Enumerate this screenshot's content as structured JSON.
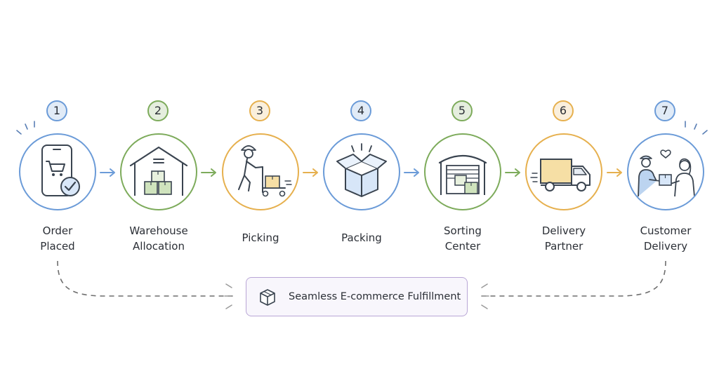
{
  "diagram": {
    "steps": [
      {
        "number": "1",
        "label_lines": [
          "Order",
          "Placed"
        ],
        "color": "#6b9bd8",
        "icon": "smartphone-cart-icon"
      },
      {
        "number": "2",
        "label_lines": [
          "Warehouse",
          "Allocation"
        ],
        "color": "#7dab5b",
        "icon": "warehouse-icon"
      },
      {
        "number": "3",
        "label_lines": [
          "Picking"
        ],
        "color": "#e6b04e",
        "icon": "worker-cart-icon"
      },
      {
        "number": "4",
        "label_lines": [
          "Packing"
        ],
        "color": "#6b9bd8",
        "icon": "open-box-icon"
      },
      {
        "number": "5",
        "label_lines": [
          "Sorting",
          "Center"
        ],
        "color": "#7dab5b",
        "icon": "sorting-center-icon"
      },
      {
        "number": "6",
        "label_lines": [
          "Delivery",
          "Partner"
        ],
        "color": "#e6b04e",
        "icon": "delivery-truck-icon"
      },
      {
        "number": "7",
        "label_lines": [
          "Customer",
          "Delivery"
        ],
        "color": "#6b9bd8",
        "icon": "handover-icon"
      }
    ],
    "arrow_colors": [
      "#6b9bd8",
      "#7dab5b",
      "#e6b04e",
      "#6b9bd8",
      "#7dab5b",
      "#e6b04e"
    ],
    "summary": {
      "text": "Seamless E-commerce Fulfillment",
      "icon": "package-cube-icon",
      "border_color": "#b9a6d6"
    }
  }
}
